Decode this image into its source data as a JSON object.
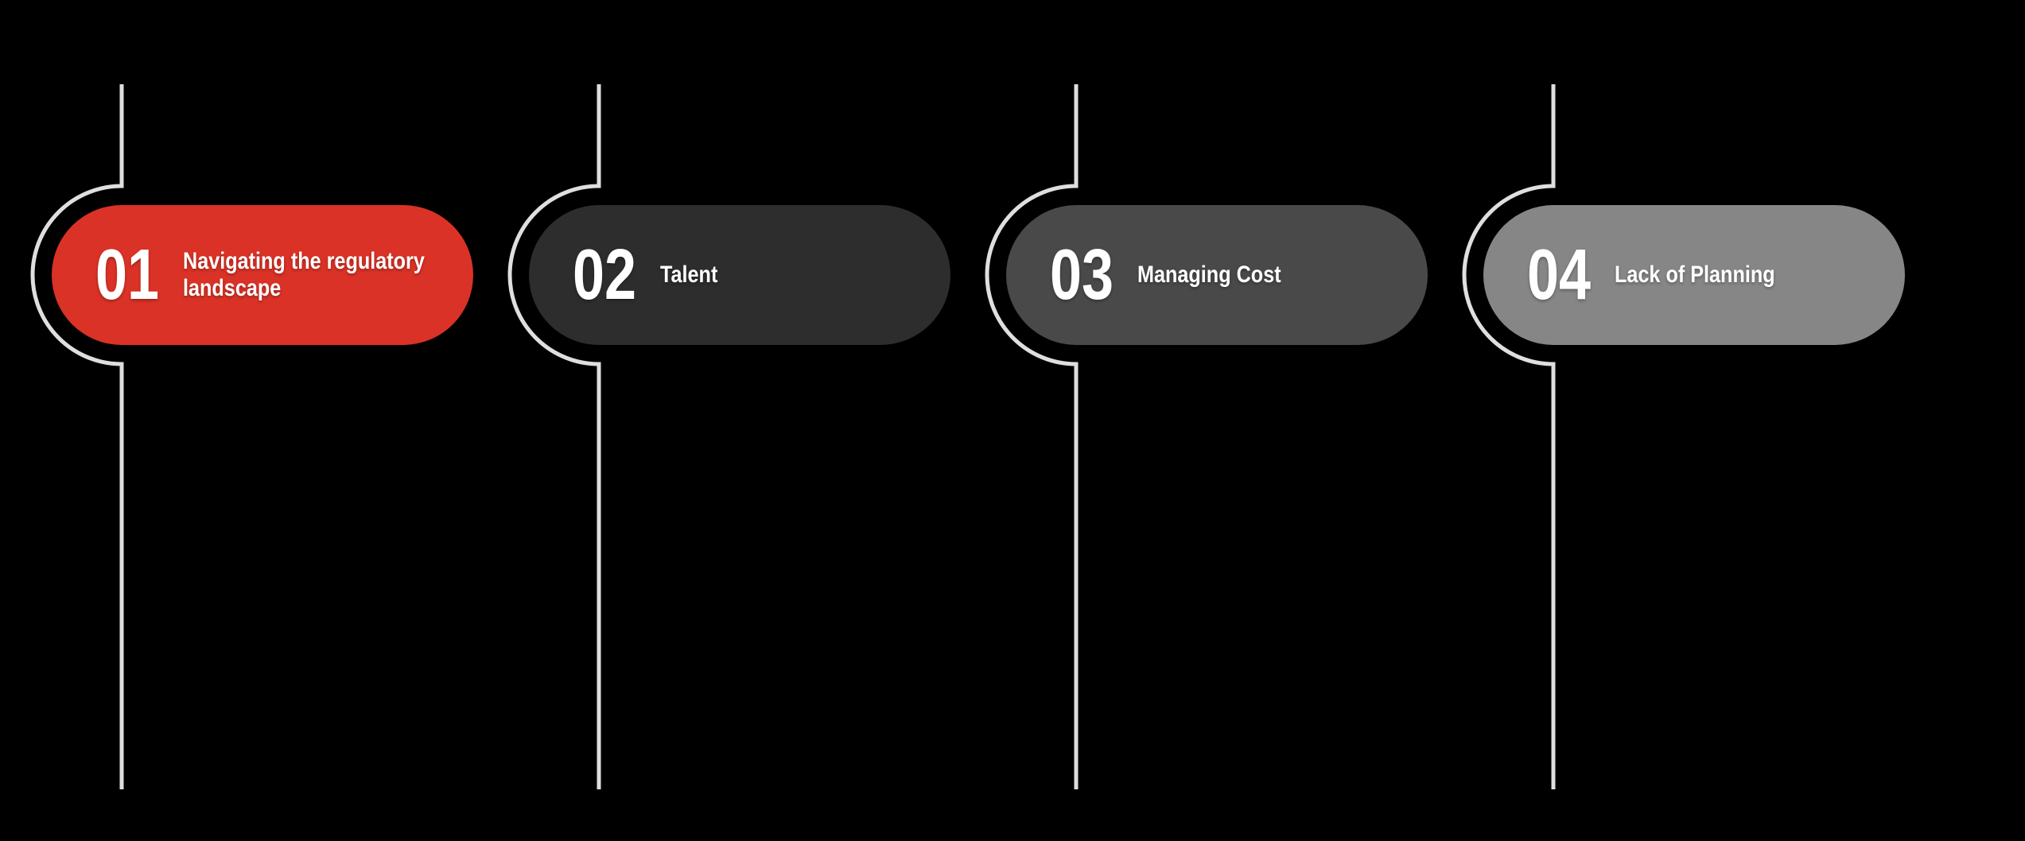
{
  "colors": {
    "background": "#000000",
    "connector_line": "#dfdfdf",
    "text": "#ffffff"
  },
  "steps": [
    {
      "number": "01",
      "label": "Navigating the regulatory\nlandscape",
      "color": "#da3226"
    },
    {
      "number": "02",
      "label": "Talent",
      "color": "#2d2d2d"
    },
    {
      "number": "03",
      "label": "Managing Cost",
      "color": "#494949"
    },
    {
      "number": "04",
      "label": "Lack of Planning",
      "color": "#868686"
    }
  ]
}
